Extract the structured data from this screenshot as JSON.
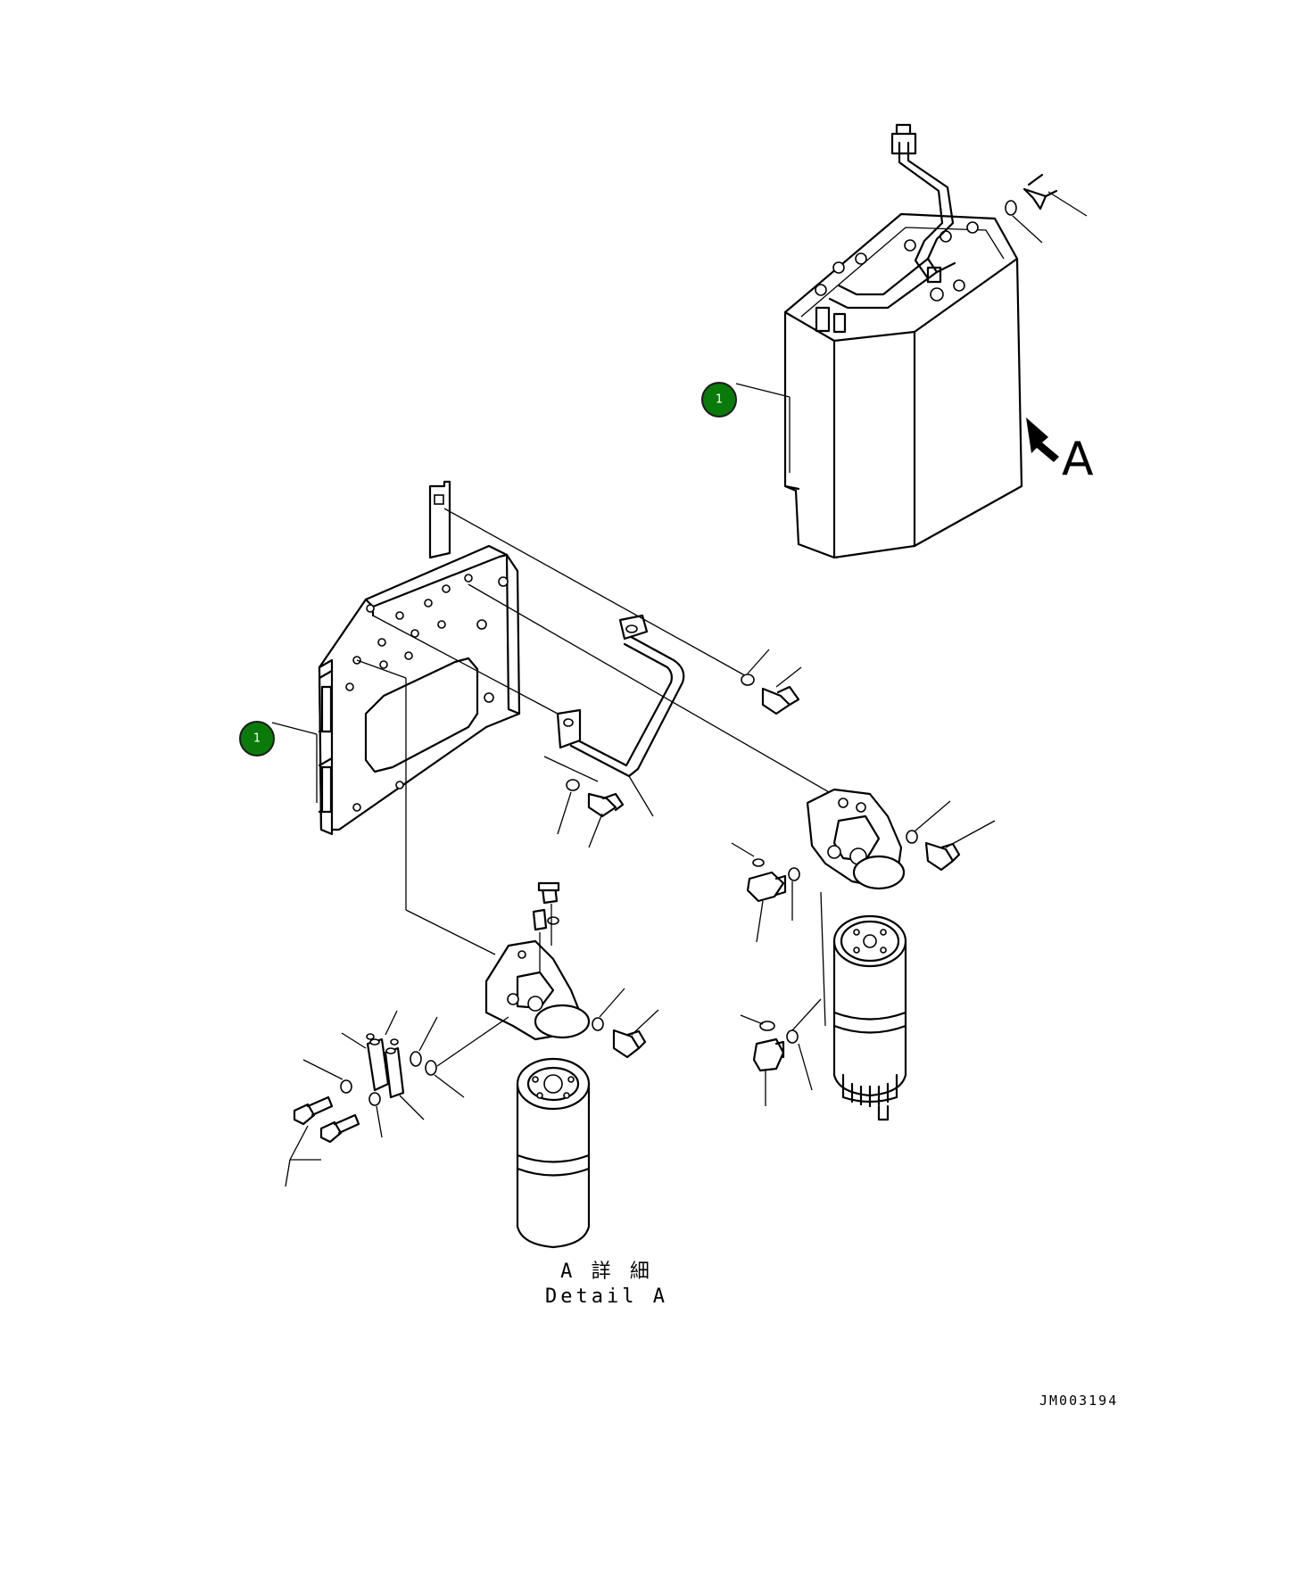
{
  "callouts": [
    {
      "label": "1",
      "target": "fuel-filter-cover"
    },
    {
      "label": "1",
      "target": "mounting-bracket"
    }
  ],
  "view": {
    "arrow_label": "A",
    "detail_caption_jp": "A 詳 細",
    "detail_caption_en": "Detail A"
  },
  "drawing_id": "JM003194",
  "colors": {
    "callout_fill": "#0a7a0a",
    "callout_text": "#ffffff",
    "line": "#000000",
    "background": "#ffffff"
  }
}
